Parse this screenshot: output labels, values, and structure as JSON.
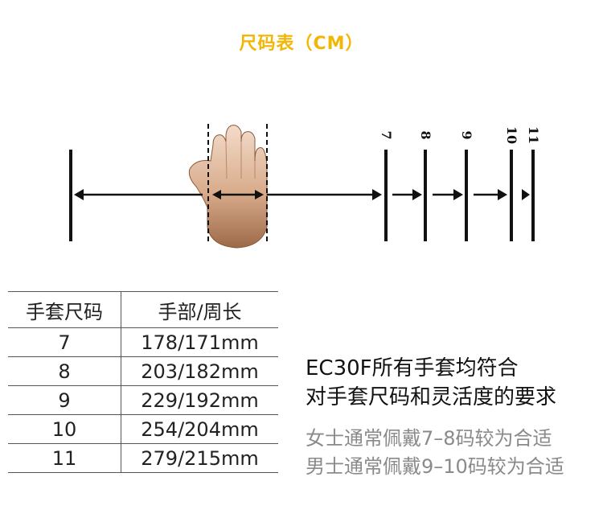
{
  "title": "尺码表（CM）",
  "diagram": {
    "marks": [
      "7",
      "8",
      "9",
      "10",
      "11"
    ]
  },
  "table": {
    "headers": [
      "手套尺码",
      "手部/周长"
    ],
    "rows": [
      [
        "7",
        "178/171mm"
      ],
      [
        "8",
        "203/182mm"
      ],
      [
        "9",
        "229/192mm"
      ],
      [
        "10",
        "254/204mm"
      ],
      [
        "11",
        "279/215mm"
      ]
    ]
  },
  "description": {
    "line1": "EC30F所有手套均符合",
    "line2": "对手套尺码和灵活度的要求"
  },
  "notes": {
    "women": "女士通常佩戴7–8码较为合适",
    "men": "男士通常佩戴9–10码较为合适"
  },
  "colors": {
    "title": "#f2b705",
    "skin": "#d6a98a",
    "skin_dark": "#a87452"
  }
}
